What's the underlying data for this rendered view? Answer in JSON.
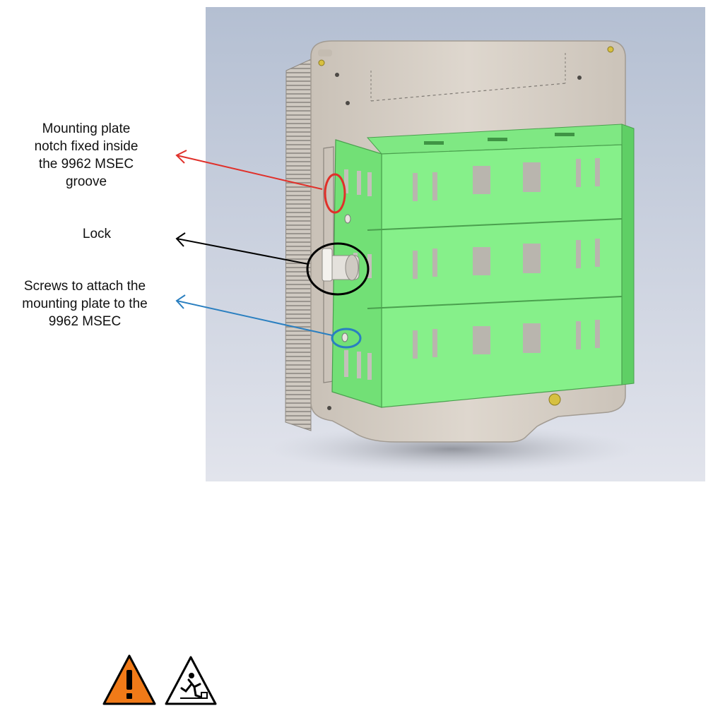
{
  "figure": {
    "callouts": [
      {
        "id": "groove",
        "text": "Mounting plate\nnotch fixed inside\nthe 9962 MSEC\ngroove",
        "color": "#e0302a"
      },
      {
        "id": "lock",
        "text": "Lock",
        "color": "#000000"
      },
      {
        "id": "screws",
        "text": "Screws to attach the\nmounting plate to the\n9962 MSEC",
        "color": "#2a7fc0"
      }
    ],
    "colors": {
      "plate": "#86f08a",
      "housing": "#d8d0c6",
      "background_top": "#b4bfd2",
      "background_bottom": "#dfe2ea"
    }
  },
  "warnings": {
    "icons": [
      "caution-icon",
      "trip-hazard-icon"
    ],
    "colors": {
      "caution_fill": "#f07a18"
    }
  }
}
